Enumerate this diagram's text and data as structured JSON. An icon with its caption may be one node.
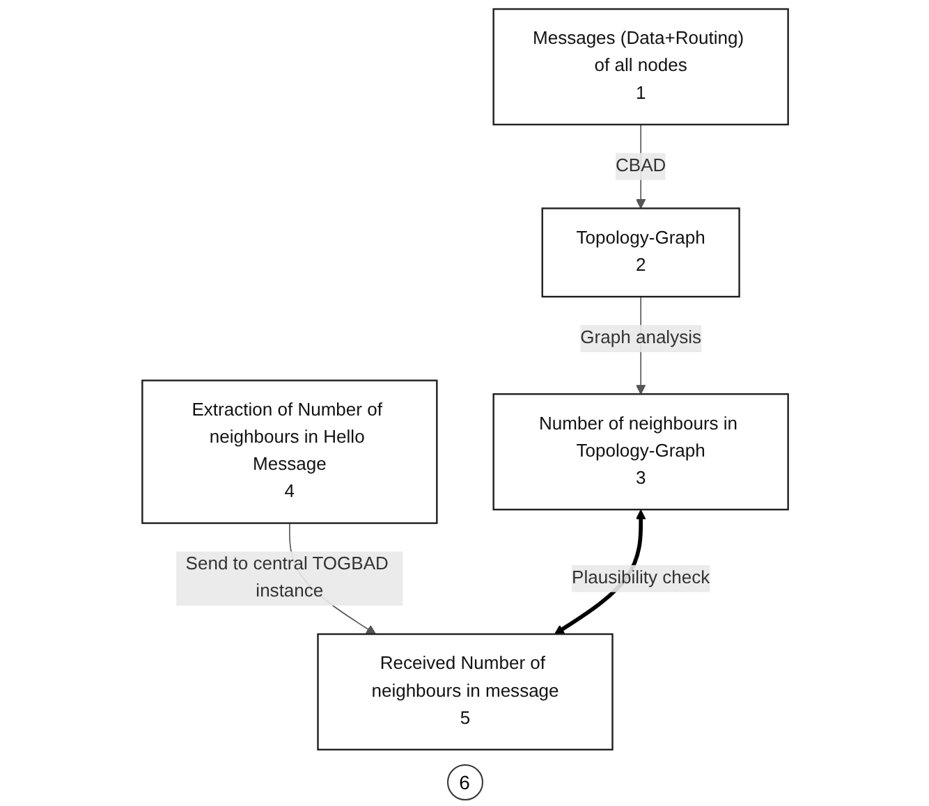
{
  "diagram": {
    "nodes": [
      {
        "text": [
          "Messages (Data+Routing) of all nodes",
          "1"
        ]
      },
      {
        "text": [
          "Topology-Graph",
          "2"
        ]
      },
      {
        "text": [
          "Number of neighbours in Topology-Graph",
          "3"
        ]
      },
      {
        "text": [
          "Extraction of Number of neighbours in Hello Message",
          "4"
        ]
      },
      {
        "text": [
          "Received Number of neighbours in message",
          "5"
        ]
      }
    ],
    "edges": [
      {
        "from": 0,
        "to": 1,
        "arrow": "to",
        "label": "CBAD"
      },
      {
        "from": 1,
        "to": 2,
        "arrow": "to",
        "label": "Graph analysis"
      },
      {
        "from": 3,
        "to": 4,
        "arrow": "to",
        "label": "Send to central TOGBAD instance"
      },
      {
        "from": 2,
        "to": 4,
        "arrow": "both",
        "style": "thick",
        "color": "#000000",
        "label": "Plausibility check"
      }
    ],
    "labels": [
      "6"
    ]
  }
}
